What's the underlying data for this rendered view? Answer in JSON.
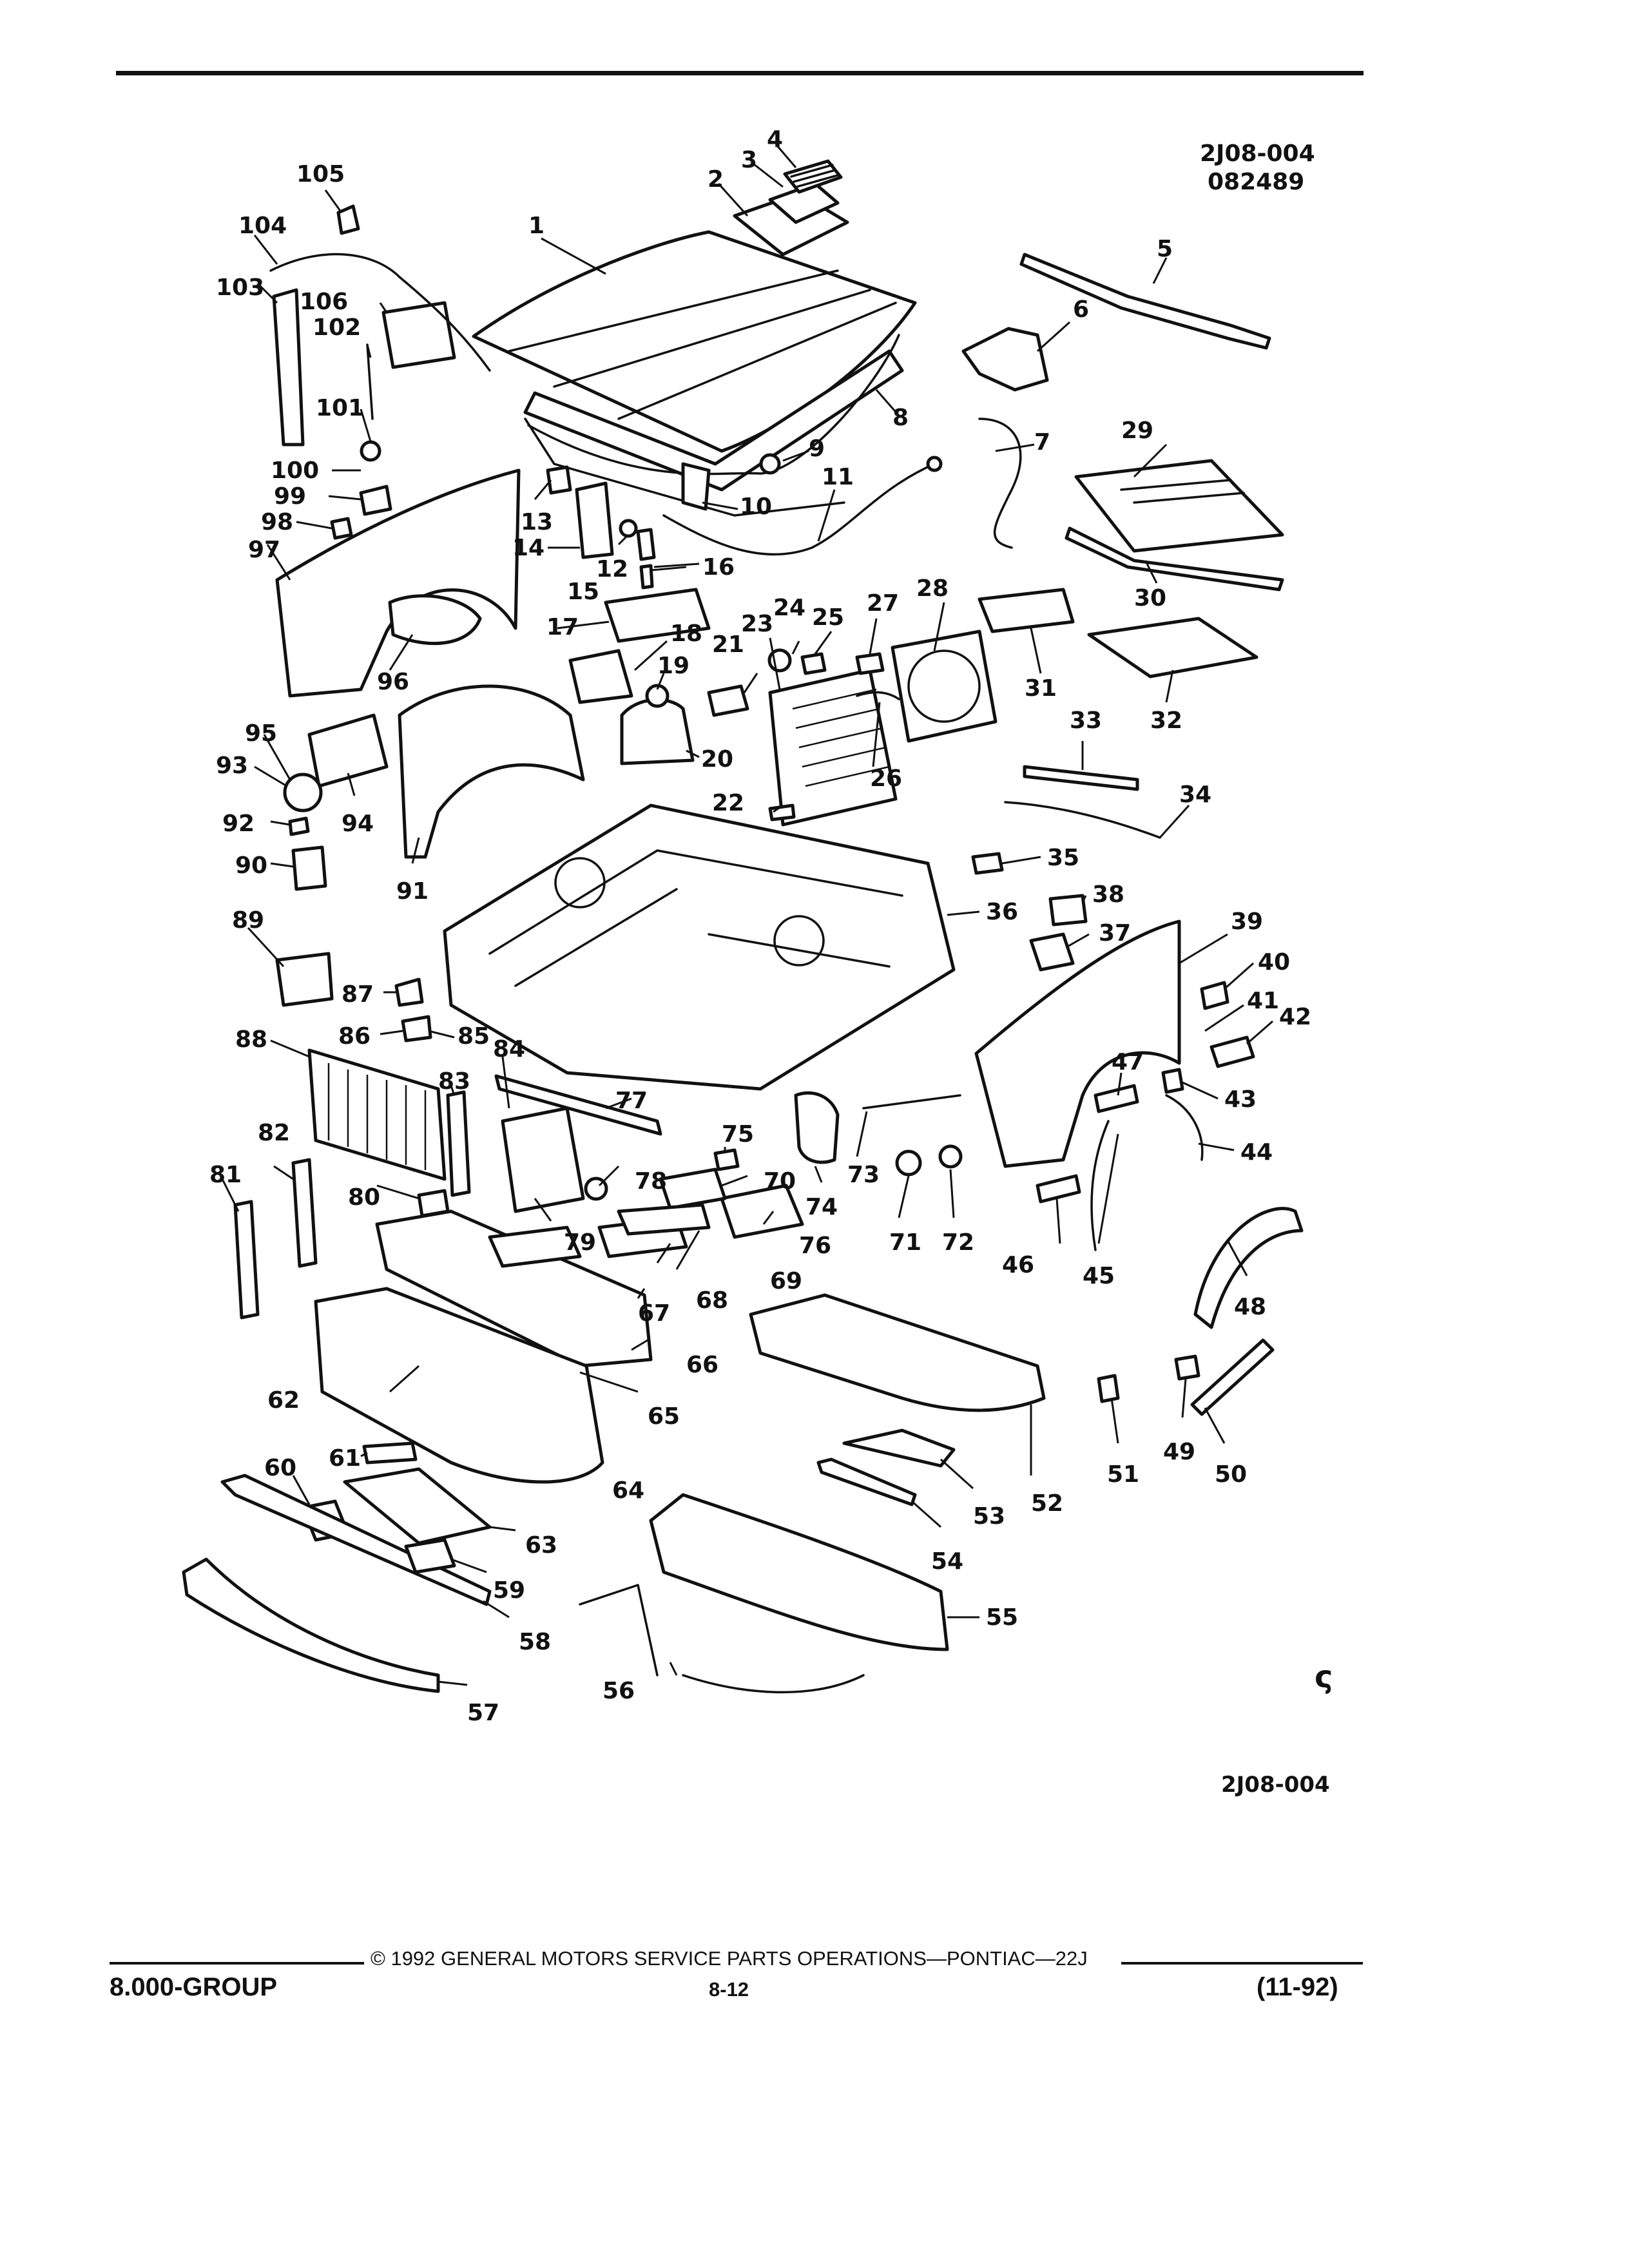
{
  "header": {
    "figure_code": "2J08-004",
    "date_code": "082489"
  },
  "footer": {
    "figure_code": "2J08-004",
    "group": "8.000-GROUP",
    "copyright": "© 1992 GENERAL MOTORS SERVICE PARTS OPERATIONS—PONTIAC—22J",
    "page_number": "8-12",
    "revision": "(11-92)"
  },
  "symbol": "ς",
  "callouts": [
    "1",
    "2",
    "3",
    "4",
    "5",
    "6",
    "7",
    "8",
    "9",
    "10",
    "11",
    "12",
    "13",
    "14",
    "15",
    "16",
    "17",
    "18",
    "19",
    "20",
    "21",
    "22",
    "23",
    "24",
    "25",
    "26",
    "27",
    "28",
    "29",
    "30",
    "31",
    "32",
    "33",
    "34",
    "35",
    "36",
    "37",
    "38",
    "39",
    "40",
    "41",
    "42",
    "43",
    "44",
    "45",
    "46",
    "47",
    "48",
    "49",
    "50",
    "51",
    "52",
    "53",
    "54",
    "55",
    "56",
    "57",
    "58",
    "59",
    "60",
    "61",
    "62",
    "63",
    "64",
    "65",
    "66",
    "67",
    "68",
    "69",
    "70",
    "71",
    "72",
    "73",
    "74",
    "75",
    "76",
    "77",
    "78",
    "79",
    "80",
    "81",
    "82",
    "83",
    "84",
    "85",
    "86",
    "87",
    "88",
    "89",
    "90",
    "91",
    "92",
    "93",
    "94",
    "95",
    "96",
    "97",
    "98",
    "99",
    "100",
    "101",
    "102",
    "103",
    "104",
    "105",
    "106"
  ]
}
